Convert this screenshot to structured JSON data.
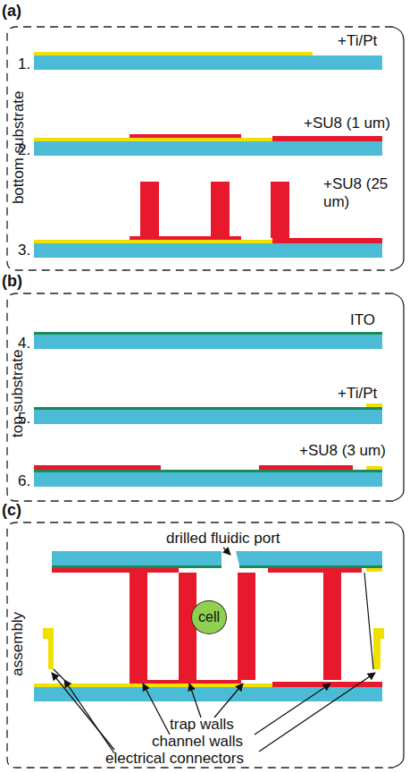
{
  "diagram": {
    "nodes": [
      {
        "text": [
          "cell"
        ]
      }
    ],
    "labels": [
      "(a)",
      "bottom substrate",
      "1.",
      "+Ti/Pt",
      "2.",
      "+SU8 (1 um)",
      "3.",
      "+SU8 (25 um)",
      "(b)",
      "top substrate",
      "4.",
      "ITO",
      "5.",
      "+Ti/Pt",
      "6.",
      "+SU8 (3 um)",
      "(c)",
      "assembly",
      "drilled fluidic port",
      "trap walls",
      "channel walls",
      "electrical connectors"
    ]
  }
}
